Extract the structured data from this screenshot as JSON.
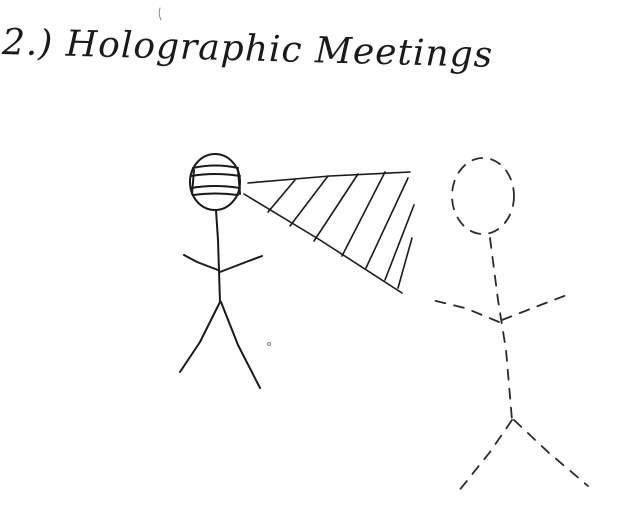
{
  "page": {
    "title": "2.) Holographic Meetings"
  },
  "colors": {
    "ink": "#1a1a1a",
    "pencil_hologram": "#2a2a2a",
    "paper": "#ffffff"
  },
  "scene": {
    "figures": [
      {
        "role": "person-wearing-headset",
        "style": "solid"
      },
      {
        "role": "holographic-person",
        "style": "dashed"
      }
    ],
    "projection_beam": {
      "style": "hatched-cone"
    }
  }
}
